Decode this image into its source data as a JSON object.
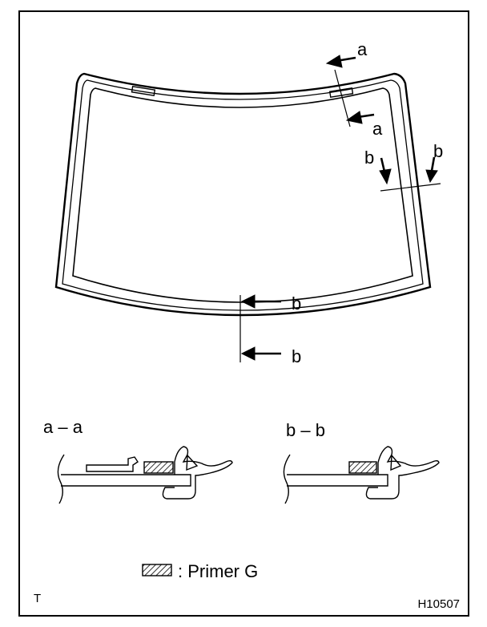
{
  "figure": {
    "section_markers": {
      "a": "a",
      "b": "b"
    },
    "section_titles": {
      "a": "a – a",
      "b": "b – b"
    },
    "legend": {
      "label": ": Primer G",
      "swatch_icon": "hatched-rectangle"
    },
    "corner_letter": "T",
    "figure_code": "H10507"
  }
}
